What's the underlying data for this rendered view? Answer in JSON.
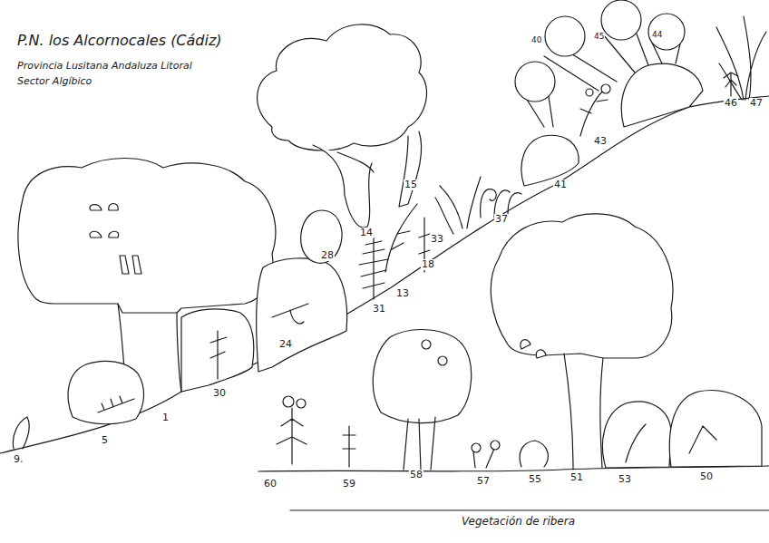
{
  "diagram": {
    "title": "P.N. los Alcornocales (Cádiz)",
    "labels": [
      "Provincia Lusitana Andaluza Litoral",
      "Sector Algíbico",
      "9.",
      "5",
      "1",
      "30",
      "24",
      "28",
      "31",
      "13",
      "14",
      "15",
      "18",
      "33",
      "37",
      "41",
      "43",
      "40",
      "45",
      "44",
      "46",
      "47",
      "60",
      "59",
      "58",
      "57",
      "55",
      "51",
      "53",
      "50",
      "Vegetación de ribera"
    ]
  }
}
